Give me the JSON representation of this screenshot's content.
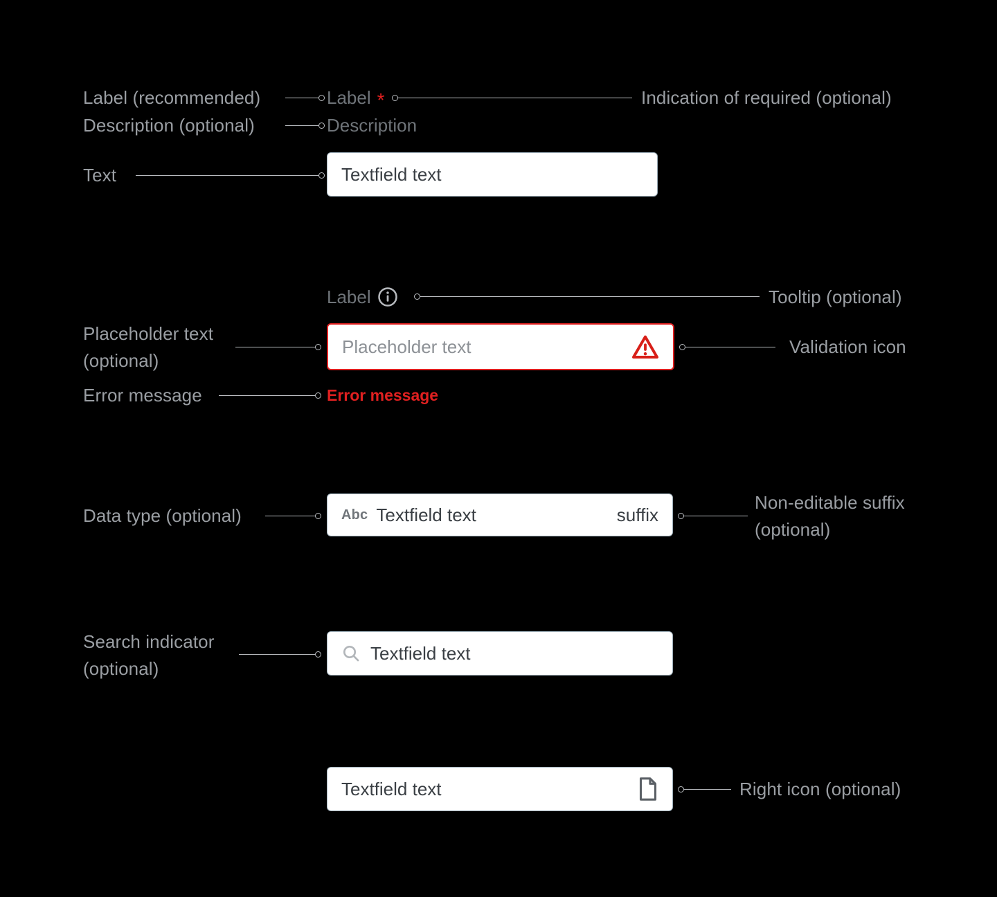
{
  "annotations": {
    "label_recommended": "Label (recommended)",
    "description_optional": "Description (optional)",
    "text": "Text",
    "indication_required": "Indication of required (optional)",
    "tooltip_optional": "Tooltip (optional)",
    "placeholder_optional": "Placeholder text\n(optional)",
    "error_message": "Error message",
    "validation_icon": "Validation icon",
    "data_type_optional": "Data type (optional)",
    "non_editable_suffix": "Non-editable suffix\n(optional)",
    "search_indicator_optional": "Search indicator\n(optional)",
    "right_icon_optional": "Right icon (optional)"
  },
  "fields": {
    "basic": {
      "label": "Label",
      "required_marker": "*",
      "description": "Description",
      "value": "Textfield text"
    },
    "error_state": {
      "label": "Label",
      "tooltip_icon": "info-icon",
      "placeholder": "Placeholder text",
      "validation_icon": "warning-triangle-icon",
      "error_text": "Error message"
    },
    "with_suffix": {
      "data_type": "Abc",
      "value": "Textfield text",
      "suffix": "suffix"
    },
    "search": {
      "search_icon": "search-icon",
      "value": "Textfield text"
    },
    "right_icon": {
      "value": "Textfield text",
      "icon": "document-icon"
    }
  },
  "colors": {
    "background": "#000000",
    "field_border": "#9fb0bb",
    "error": "#e02020",
    "annotation_text": "#9a9ea3",
    "label_text": "#6f7479",
    "value_text": "#3a3f44",
    "placeholder_text": "#8d9196",
    "leader_line": "#b9bcc0"
  }
}
